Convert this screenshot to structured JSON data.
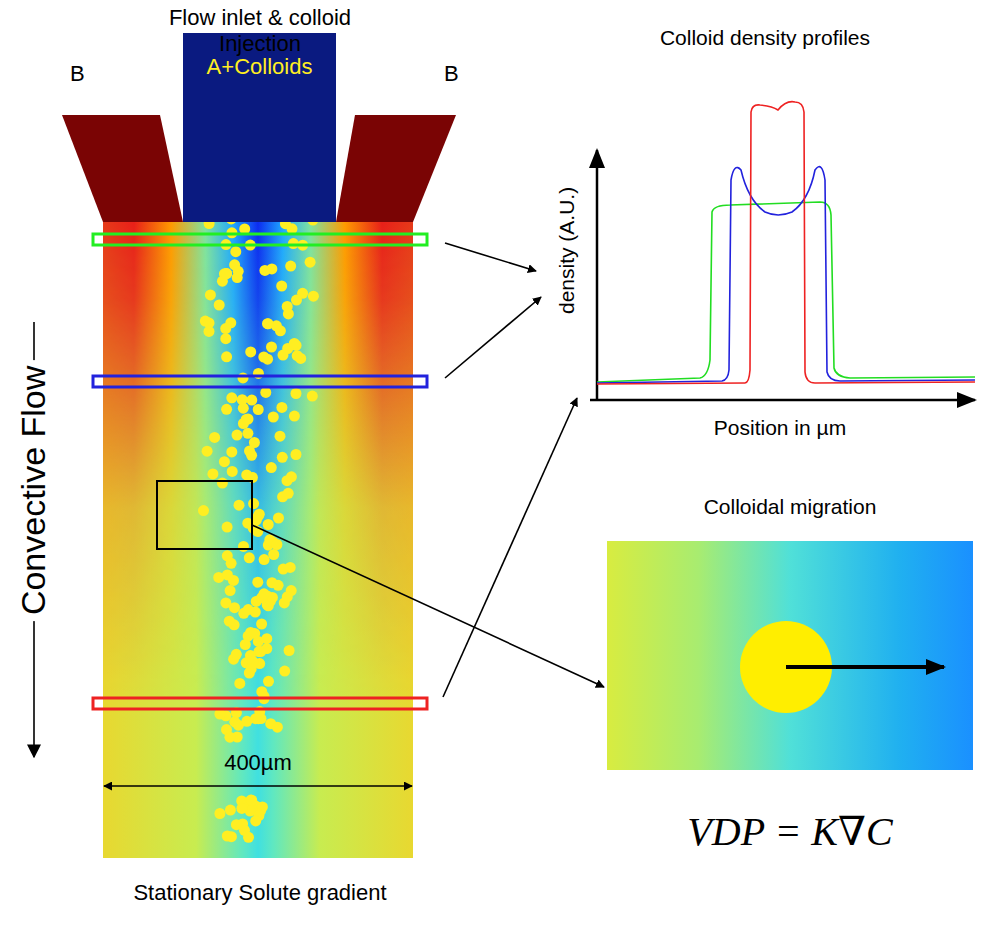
{
  "diagram": {
    "nodes": [
      {
        "text": [
          "B"
        ]
      },
      {
        "text": [
          "A+Colloids"
        ]
      },
      {
        "text": [
          "B"
        ]
      },
      {
        "text": [
          "Colloid density profiles",
          "density (A.U.)",
          "Position in µm"
        ]
      },
      {
        "text": [
          "Colloidal migration",
          "VDP = K∇C"
        ]
      }
    ],
    "labels": [
      "Flow inlet & colloid Injection",
      "Convective Flow",
      "400µm",
      "Stationary Solute gradient"
    ]
  }
}
